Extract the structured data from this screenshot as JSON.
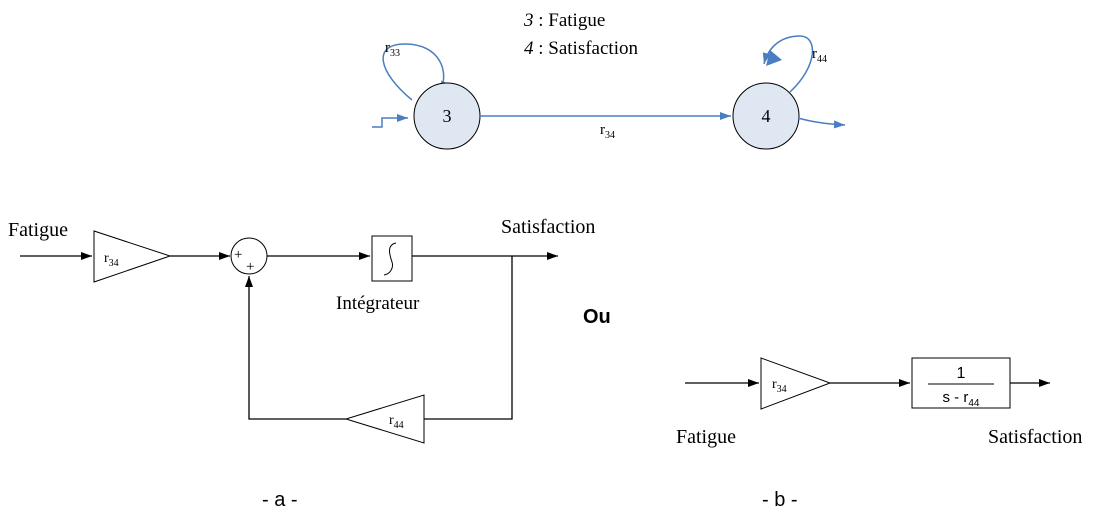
{
  "legend": {
    "item3": {
      "num": "3",
      "label": " : Fatigue"
    },
    "item4": {
      "num": "4",
      "label": " : Satisfaction"
    }
  },
  "state_graph": {
    "node3": "3",
    "node4": "4",
    "loop3": {
      "base": "r",
      "sub": "33"
    },
    "loop4": {
      "base": "r",
      "sub": "44"
    },
    "edge34": {
      "base": "r",
      "sub": "34"
    }
  },
  "diagram_a": {
    "input_label": "Fatigue",
    "output_label": "Satisfaction",
    "gain_forward": {
      "base": "r",
      "sub": "34"
    },
    "gain_feedback": {
      "base": "r",
      "sub": "44"
    },
    "sum_signs": [
      "+",
      "+"
    ],
    "integrator_label": "Intégrateur",
    "caption": "- a -"
  },
  "or_label": "Ou",
  "diagram_b": {
    "input_label": "Fatigue",
    "output_label": "Satisfaction",
    "gain": {
      "base": "r",
      "sub": "34"
    },
    "tf_numerator": "1",
    "tf_denominator": {
      "prefix": "s - r",
      "sub": "44"
    },
    "caption": "- b -"
  },
  "colors": {
    "arrow_blue": "#4a7ec0",
    "node_fill": "#dfe7f2",
    "line": "#000000"
  }
}
